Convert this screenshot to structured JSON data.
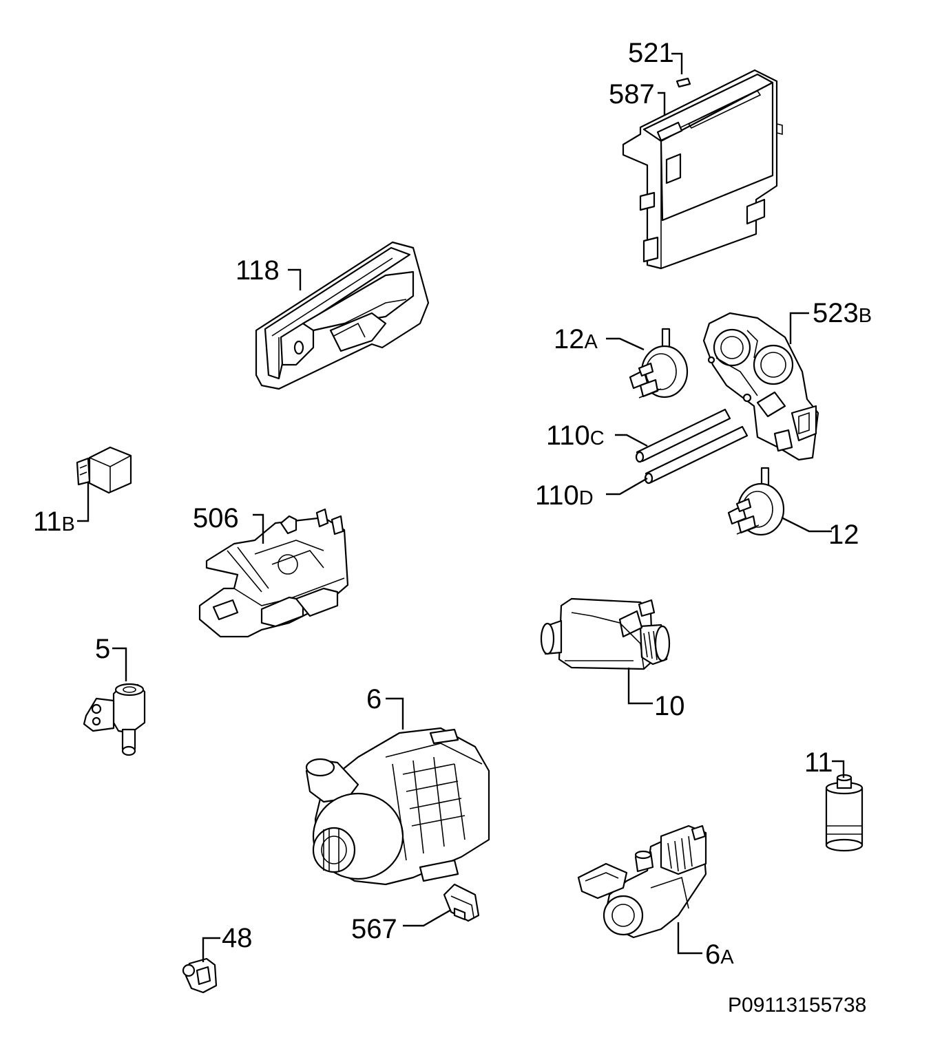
{
  "labels": {
    "l521": {
      "num": "521",
      "suffix": ""
    },
    "l587": {
      "num": "587",
      "suffix": ""
    },
    "l118": {
      "num": "118",
      "suffix": ""
    },
    "l523b": {
      "num": "523",
      "suffix": "B"
    },
    "l12a": {
      "num": "12",
      "suffix": "A"
    },
    "l110c": {
      "num": "110",
      "suffix": "C"
    },
    "l110d": {
      "num": "110",
      "suffix": "D"
    },
    "l12": {
      "num": "12",
      "suffix": ""
    },
    "l11b": {
      "num": "11",
      "suffix": "B"
    },
    "l506": {
      "num": "506",
      "suffix": ""
    },
    "l5": {
      "num": "5",
      "suffix": ""
    },
    "l10": {
      "num": "10",
      "suffix": ""
    },
    "l6": {
      "num": "6",
      "suffix": ""
    },
    "l11": {
      "num": "11",
      "suffix": ""
    },
    "l567": {
      "num": "567",
      "suffix": ""
    },
    "l6a": {
      "num": "6",
      "suffix": "A"
    },
    "l48": {
      "num": "48",
      "suffix": ""
    }
  },
  "reference": "P09113155738"
}
